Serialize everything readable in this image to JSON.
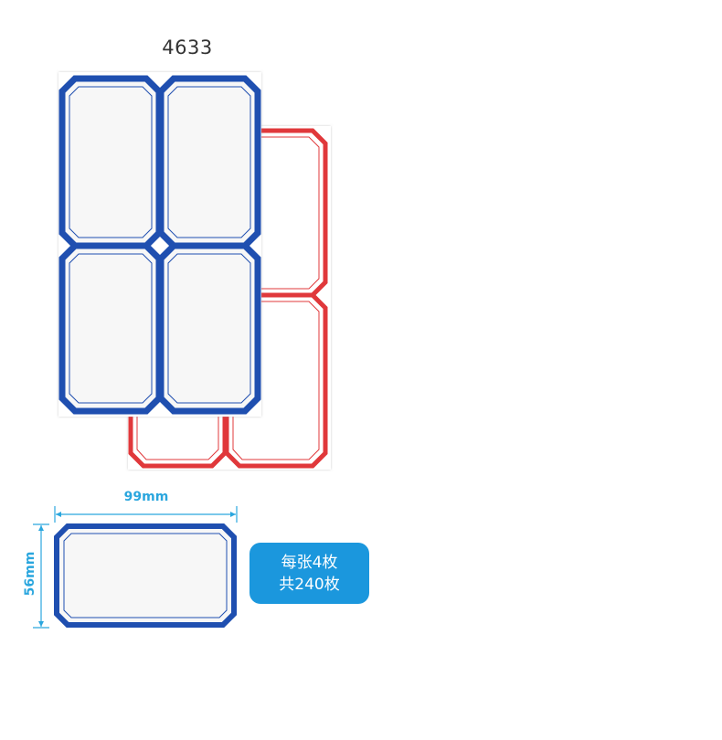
{
  "product": {
    "model_number": "4633"
  },
  "dimensions": {
    "width_label": "99mm",
    "height_label": "56mm"
  },
  "badge": {
    "line1": "每张4枚",
    "line2": "共240枚"
  },
  "colors": {
    "blue_border": "#1f4fb0",
    "red_border": "#e0383b",
    "dimension_accent": "#2aa6de",
    "badge_background": "#1b97dd"
  }
}
